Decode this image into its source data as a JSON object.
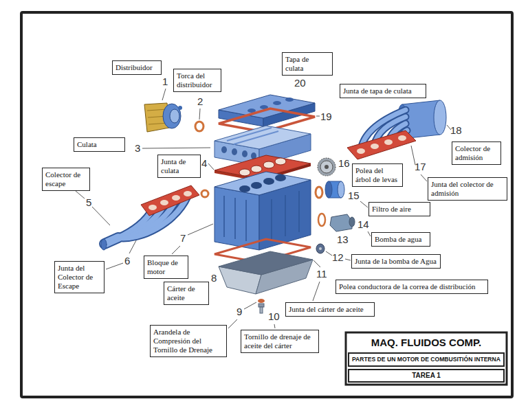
{
  "diagram": {
    "nodes": [
      {
        "text": [
          "Distribuidor"
        ]
      },
      {
        "text": [
          "Torca del distribuidor"
        ]
      },
      {
        "text": [
          "Tapa de culata"
        ]
      },
      {
        "text": [
          "Junta de tapa de culata"
        ]
      },
      {
        "text": [
          "Culata"
        ]
      },
      {
        "text": [
          "Junta de culata"
        ]
      },
      {
        "text": [
          "Colector de escape"
        ]
      },
      {
        "text": [
          "Colector de admisión"
        ]
      },
      {
        "text": [
          "Polea del árbol de levas"
        ]
      },
      {
        "text": [
          "Junta del colector de admisión"
        ]
      },
      {
        "text": [
          "Filtro de aire"
        ]
      },
      {
        "text": [
          "Bomba de agua"
        ]
      },
      {
        "text": [
          "Junta del Colector de Escape"
        ]
      },
      {
        "text": [
          "Bloque de motor"
        ]
      },
      {
        "text": [
          "Junta de la bomba de Agua"
        ]
      },
      {
        "text": [
          "Cárter de aceite"
        ]
      },
      {
        "text": [
          "Polea conductora de la correa de distribución"
        ]
      },
      {
        "text": [
          "Junta del cárter de aceite"
        ]
      },
      {
        "text": [
          "Arandela de Compresión del Tornillo de Drenaje"
        ]
      },
      {
        "text": [
          "Tornillo de drenaje de aceite del cárter"
        ]
      },
      {
        "text": [
          "MAQ. FLUIDOS COMP."
        ]
      },
      {
        "text": [
          "PARTES DE UN MOTOR DE COMBUSITIÓN INTERNA"
        ]
      },
      {
        "text": [
          "TAREA 1"
        ]
      }
    ],
    "labels": [
      "1",
      "2",
      "3",
      "4",
      "5",
      "6",
      "7",
      "8",
      "9",
      "10",
      "11",
      "12",
      "13",
      "14",
      "15",
      "16",
      "17",
      "18",
      "19",
      "20"
    ]
  }
}
